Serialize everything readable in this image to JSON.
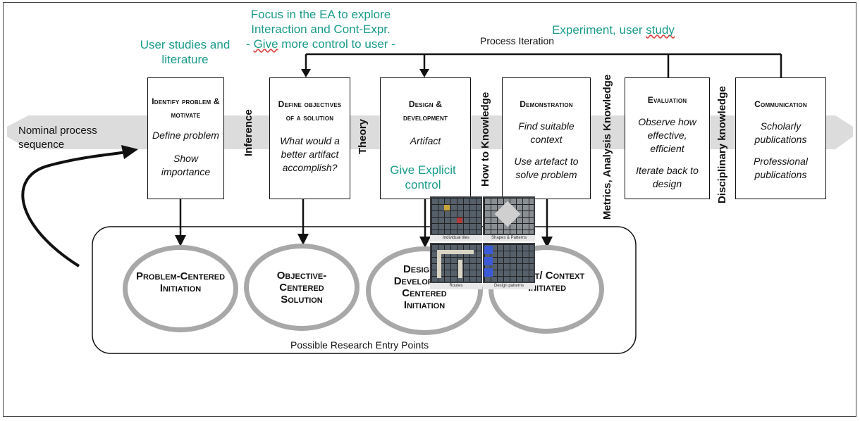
{
  "annotations": {
    "user_studies": "User studies and literature",
    "focus_line1": "Focus in the EA to explore",
    "focus_line2": "Interaction and Cont-Expr.",
    "focus_line3_pre": "- ",
    "focus_line3_give": "Give",
    "focus_line3_post": " more control to user -",
    "experiment_pre": "Experiment, user ",
    "experiment_study": "study",
    "give_explicit": "Give Explicit control"
  },
  "process_iteration": "Process Iteration",
  "nominal_process": "Nominal process sequence",
  "steps": [
    {
      "title": "Identify problem & motivate",
      "lines": [
        "Define problem",
        "Show importance"
      ]
    },
    {
      "title": "Define objectives of a solution",
      "lines": [
        "What would a better artifact accomplish?"
      ]
    },
    {
      "title": "Design & development",
      "lines": [
        "Artifact"
      ]
    },
    {
      "title": "Demonstration",
      "lines": [
        "Find suitable context",
        "Use artefact to solve problem"
      ]
    },
    {
      "title": "Evaluation",
      "lines": [
        "Observe how effective, efficient",
        "Iterate back to design"
      ]
    },
    {
      "title": "Communication",
      "lines": [
        "Scholarly publications",
        "Professional publications"
      ]
    }
  ],
  "connectors": {
    "inference": "Inference",
    "theory": "Theory",
    "how_to_knowledge": "How to Knowledge",
    "metrics": "Metrics, Analysis Knowledge",
    "disciplinary": "Disciplinary knowledge"
  },
  "entry_points": {
    "label": "Possible Research Entry Points",
    "items": [
      "Problem-Centered Initiation",
      "Objective-Centered Solution",
      "Design & Development Centered Initiation",
      "Client/ Context Initiated"
    ]
  },
  "tiles": {
    "individual": "Individual tiles",
    "shapes": "Shapes & Patterns",
    "routes": "Routes",
    "design_patterns": "Design patterns"
  },
  "colors": {
    "annotation": "#1a9b8a",
    "band": "#dcdcdc",
    "circle": "#a8a8a8"
  }
}
